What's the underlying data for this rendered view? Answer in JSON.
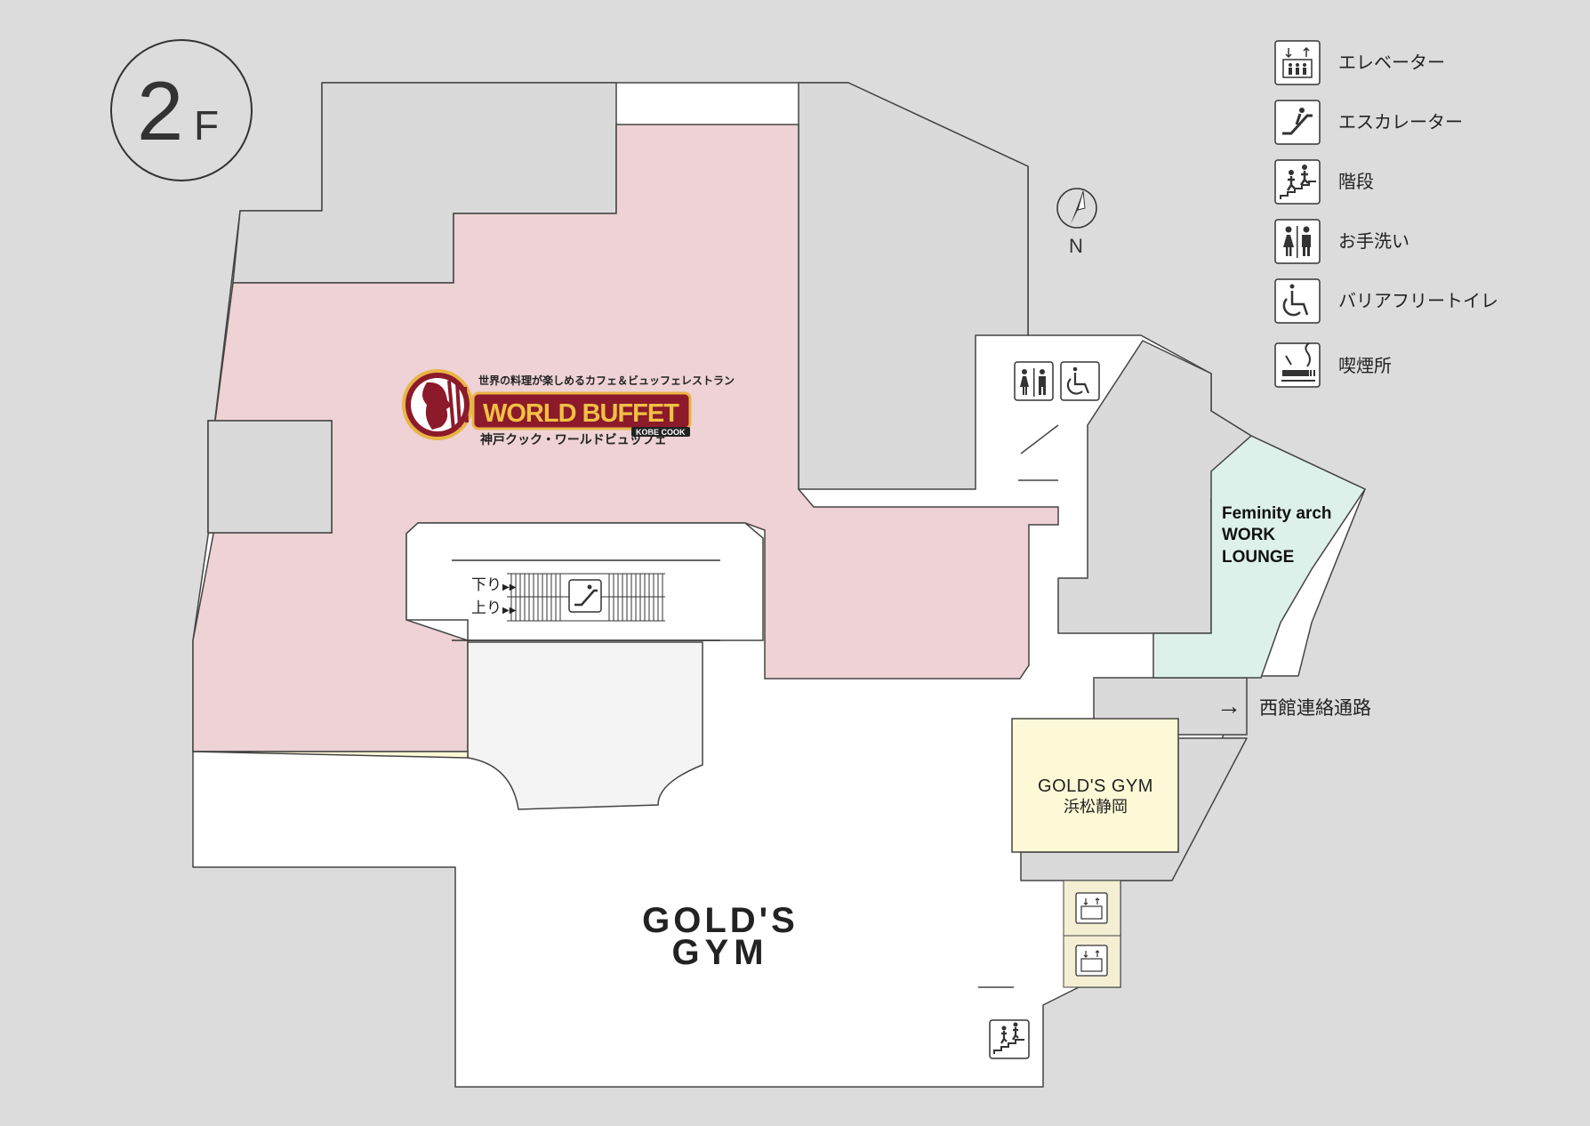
{
  "floor": {
    "number": "2",
    "unit": "F"
  },
  "compass": {
    "label": "N"
  },
  "legend": [
    {
      "icon": "elevator-icon",
      "label": "エレベーター"
    },
    {
      "icon": "escalator-icon",
      "label": "エスカレーター"
    },
    {
      "icon": "stairs-icon",
      "label": "階段"
    },
    {
      "icon": "restroom-icon",
      "label": "お手洗い"
    },
    {
      "icon": "accessible-toilet-icon",
      "label": "バリアフリートイレ"
    },
    {
      "icon": "smoking-area-icon",
      "label": "喫煙所"
    }
  ],
  "stores": {
    "world_buffet": {
      "tagline": "世界の料理が楽しめるカフェ＆ビュッフェレストラン",
      "logo_text": "WORLD BUFFET",
      "logo_sub": "KOBE COOK",
      "name_jp": "神戸クック・ワールドビュッフェ"
    },
    "golds_gym_logo": {
      "line1": "GOLD'S",
      "line2": "GYM"
    },
    "golds_gym_shop": {
      "line1": "GOLD'S GYM",
      "line2": "浜松静岡"
    },
    "work_lounge": {
      "line1": "Feminity arch",
      "line2": "WORK",
      "line3": "LOUNGE"
    }
  },
  "escalator": {
    "down": "下り",
    "up": "上り"
  },
  "passage": {
    "arrow": "→",
    "label": "西館連絡通路"
  },
  "colors": {
    "background": "#dcdcdc",
    "corridor": "#ffffff",
    "non_tenant": "#dadada",
    "restaurant": "#eed2d5",
    "gym": "#fdf8d6",
    "lounge": "#ddf1ea",
    "elevator_bay": "#f4eed3",
    "atrium": "#f4f4f4",
    "outline": "#444444",
    "brand_red": "#8c1a2a",
    "brand_gold": "#e9b447"
  }
}
